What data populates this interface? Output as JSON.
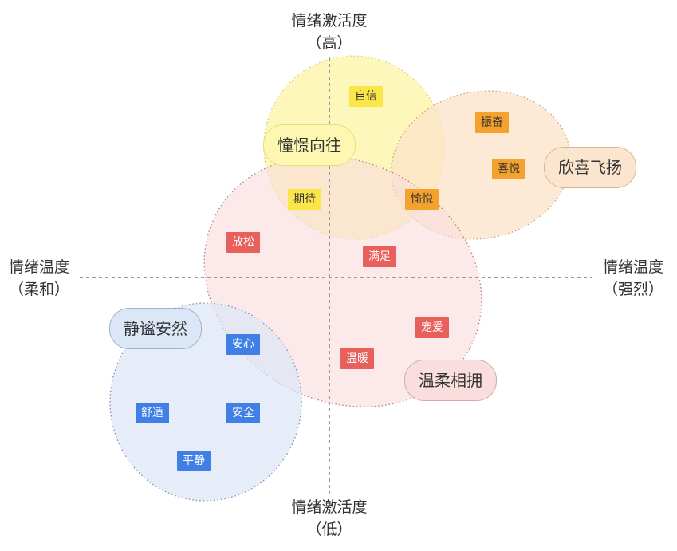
{
  "axes": {
    "top": {
      "title": "情绪激活度",
      "sub": "（高）"
    },
    "bottom": {
      "title": "情绪激活度",
      "sub": "（低）"
    },
    "left": {
      "title": "情绪温度",
      "sub": "（柔和）"
    },
    "right": {
      "title": "情绪温度",
      "sub": "（强烈）"
    }
  },
  "groups": {
    "yearning": {
      "label": "憧憬向往",
      "color": "#fdf7b2"
    },
    "joy": {
      "label": "欣喜飞扬",
      "color": "#fbe5cf"
    },
    "calm": {
      "label": "静谧安然",
      "color": "#dbe6f6"
    },
    "tender": {
      "label": "温柔相拥",
      "color": "#fadede"
    }
  },
  "emotions": {
    "confidence": "自信",
    "expectation": "期待",
    "excited": "振奋",
    "delight": "喜悦",
    "pleasure": "愉悦",
    "relax": "放松",
    "satisfied": "满足",
    "love": "宠爱",
    "warmth": "温暖",
    "peace_of_mind": "安心",
    "comfort": "舒适",
    "safety": "安全",
    "tranquil": "平静"
  },
  "colors": {
    "red_tag": "#e8605c",
    "blue_tag": "#3f7fe6",
    "yellow_tag": "#fbe64a",
    "orange_tag": "#f4a12e",
    "axis": "#999999"
  }
}
